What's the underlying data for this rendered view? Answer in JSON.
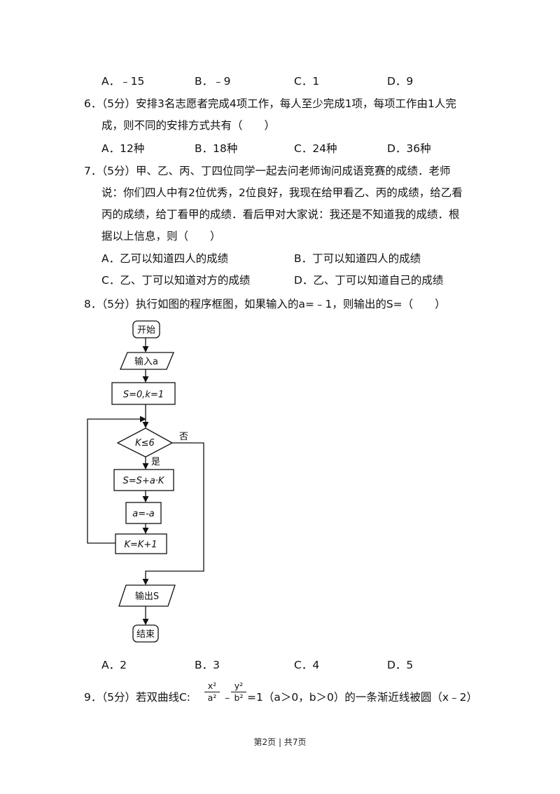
{
  "q5": {
    "options": [
      "A．﹣15",
      "B．﹣9",
      "C．1",
      "D．9"
    ]
  },
  "q6": {
    "lines": [
      "6．（5分）安排3名志愿者完成4项工作，每人至少完成1项，每项工作由1人完",
      "成，则不同的安排方式共有（　　）"
    ],
    "options": [
      "A．12种",
      "B．18种",
      "C．24种",
      "D．36种"
    ]
  },
  "q7": {
    "lines": [
      "7．（5分）甲、乙、丙、丁四位同学一起去问老师询问成语竞赛的成绩．老师",
      "说：你们四人中有2位优秀，2位良好，我现在给甲看乙、丙的成绩，给乙看",
      "丙的成绩，给丁看甲的成绩．看后甲对大家说：我还是不知道我的成绩．根",
      "据以上信息，则（　　）"
    ],
    "options": [
      "A．乙可以知道四人的成绩",
      "B．丁可以知道四人的成绩",
      "C．乙、丁可以知道对方的成绩",
      "D．乙、丁可以知道自己的成绩"
    ]
  },
  "q8": {
    "line": "8．（5分）执行如图的程序框图，如果输入的a=﹣1，则输出的S=（　　）",
    "flowchart": {
      "start": "开始",
      "input": "输入a",
      "init": "S=0,k=1",
      "condition": "K≤6",
      "no": "否",
      "yes": "是",
      "step1": "S=S+a·K",
      "step2": "a=-a",
      "step3": "K=K+1",
      "output": "输出S",
      "end": "结束"
    },
    "options": [
      "A．2",
      "B．3",
      "C．4",
      "D．5"
    ]
  },
  "q9": {
    "prefix": "9．（5分）若双曲线C:",
    "frac1_num": "x²",
    "frac1_den": "a²",
    "minus": "﹣",
    "frac2_num": "y²",
    "frac2_den": "b²",
    "suffix": "=1（a＞0，b＞0）的一条渐近线被圆（x﹣2）"
  },
  "footer": "第2页 | 共7页"
}
